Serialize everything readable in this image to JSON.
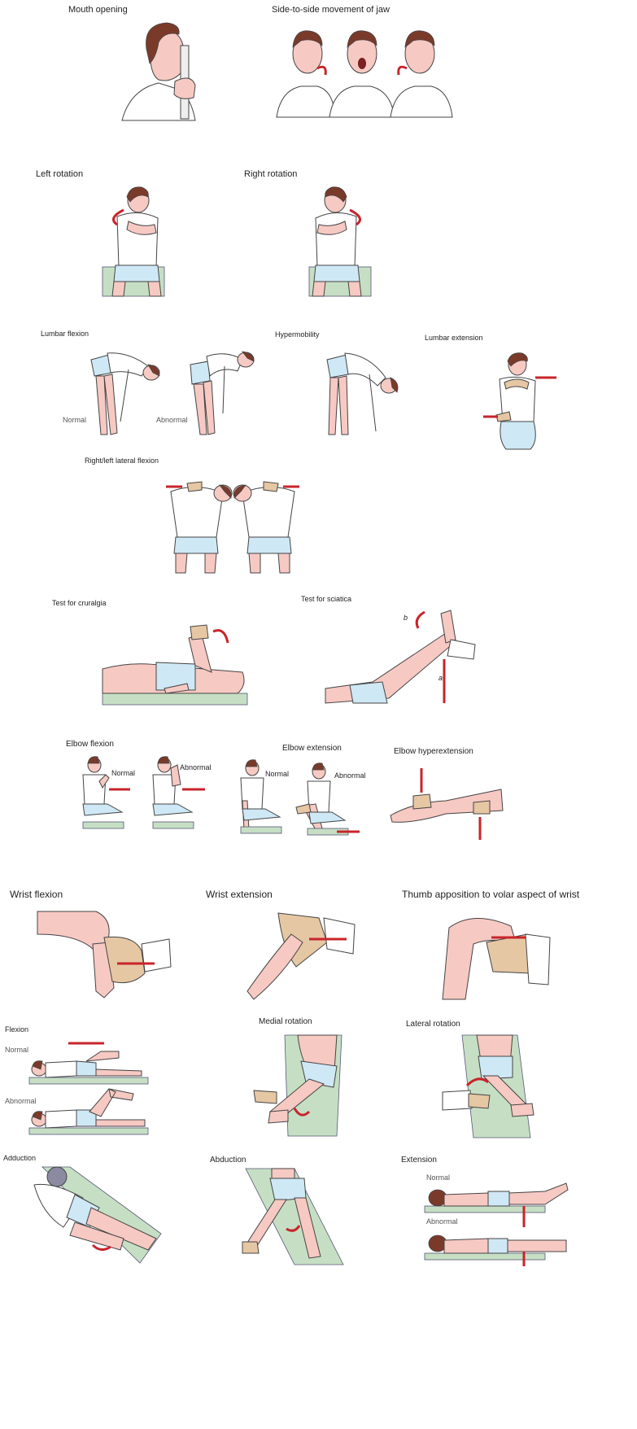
{
  "labels": {
    "mouth_opening": "Mouth opening",
    "side_to_side": "Side-to-side movement of jaw",
    "left_rotation": "Left rotation",
    "right_rotation": "Right rotation",
    "lumbar_flexion": "Lumbar flexion",
    "hypermobility": "Hypermobility",
    "lumbar_extension": "Lumbar extension",
    "normal": "Normal",
    "abnormal": "Abnormal",
    "lateral_flexion": "Right/left lateral flexion",
    "cruralgia": "Test for cruralgia",
    "sciatica": "Test for sciatica",
    "sciatica_a": "a",
    "sciatica_b": "b",
    "elbow_flexion": "Elbow flexion",
    "elbow_extension": "Elbow extension",
    "elbow_hyperextension": "Elbow hyperextension",
    "wrist_flexion": "Wrist flexion",
    "wrist_extension": "Wrist extension",
    "thumb_apposition": "Thumb apposition to volar aspect of wrist",
    "flexion": "Flexion",
    "medial_rotation": "Medial rotation",
    "lateral_rotation": "Lateral rotation",
    "adduction": "Adduction",
    "abduction": "Abduction",
    "extension": "Extension"
  },
  "colors": {
    "skin": "#f7c9c3",
    "shorts": "#cfe8f5",
    "hair": "#7a3a2a",
    "glove": "#e6c7a3",
    "mat": "#c6dfc4",
    "arrow": "#c8242b"
  },
  "icons": {
    "arrow": "red-direction-arrow",
    "curved_arrow": "red-curved-arrow",
    "ruler": "ruler-icon"
  }
}
